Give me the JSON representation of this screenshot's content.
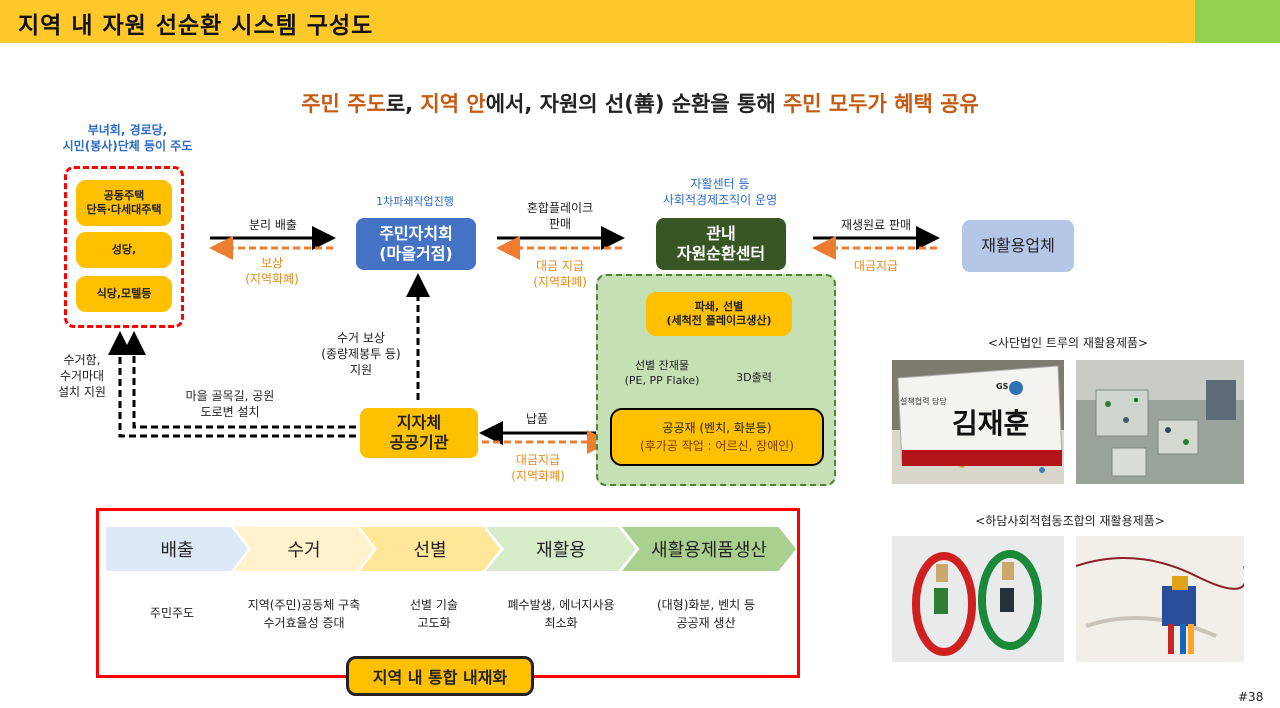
{
  "title": "지역 내 자원 선순환 시스템 구성도",
  "subtitle": {
    "p1": "주민 주도",
    "p2": "로, ",
    "p3": "지역 안",
    "p4": "에서, 자원의 선(善) 순환을 통해 ",
    "p5": "주민 모두가 혜택 공유"
  },
  "resident": {
    "header_line1": "부녀회, 경로당,",
    "header_line2": "시민(봉사)단체 등이 주도",
    "item1_line1": "공동주택",
    "item1_line2": "단독·다세대주택",
    "item2": "성당,",
    "item3": "식당,모텔등"
  },
  "hq": {
    "top_label": "1차파쇄작업진행",
    "line1": "주민자치회",
    "line2": "(마을거점)"
  },
  "center": {
    "top_line1": "자활센터 등",
    "top_line2": "사회적경제조직이 운영",
    "line1": "관내",
    "line2": "자원순환센터"
  },
  "recycler": {
    "label": "재활용업체"
  },
  "gov": {
    "line1": "지자체",
    "line2": "공공기관"
  },
  "process": {
    "crush_line1": "파쇄, 선별",
    "crush_line2": "(세척전 플레이크생산)",
    "residue_line1": "선별 잔재물",
    "residue_line2": "(PE, PP Flake)",
    "print3d": "3D출력",
    "product_line1": "공공재 (벤치, 화분등)",
    "product_line2": "(후가공 작업 : 어르신, 장애인)"
  },
  "arrows": {
    "separate": "분리 배출",
    "reward": "보상",
    "reward_sub": "(지역화폐)",
    "flake_sale_line1": "혼합플레이크",
    "flake_sale_line2": "판매",
    "payment": "대금 지급",
    "payment_sub": "(지역화폐)",
    "raw_sale": "재생원료 판매",
    "raw_payment": "대금지급",
    "collect_reward_line1": "수거 보상",
    "collect_reward_line2": "(종량제봉투 등)",
    "collect_reward_line3": "지원",
    "delivery": "납품",
    "gov_payment": "대금지급",
    "gov_payment_sub": "(지역화폐)",
    "bin_line1": "수거함,",
    "bin_line2": "수거마대",
    "bin_line3": "설치 지원",
    "alley_line1": "마을 골목길, 공원",
    "alley_line2": "도로변 설치"
  },
  "flow": {
    "steps": [
      "배출",
      "수거",
      "선별",
      "재활용",
      "새활용제품생산"
    ],
    "descs": [
      [
        "주민주도"
      ],
      [
        "지역(주민)공동체 구축",
        "수거효율성 증대"
      ],
      [
        "선별 기술",
        "고도화"
      ],
      [
        "폐수발생, 에너지사용",
        "최소화"
      ],
      [
        "(대형)화분, 벤치 등",
        "공공재 생산"
      ]
    ],
    "badge": "지역 내 통합 내재화",
    "colors": [
      "#dde9f6",
      "#fff2cc",
      "#ffe699",
      "#d6ecc9",
      "#a9d08e"
    ]
  },
  "photos": {
    "caption1": "<사단법인 트루의 재활용제품>",
    "caption2": "<하담사회적협동조합의 재활용제품>",
    "sign_text": "김재훈",
    "sign_small": "GS",
    "sign_left": "설책협력 담당"
  },
  "page_number": "#38",
  "colors": {
    "header": "#ffc82a",
    "accent_green": "#92d050",
    "highlight": "#c55a11",
    "red_dash": "#ff0000"
  }
}
